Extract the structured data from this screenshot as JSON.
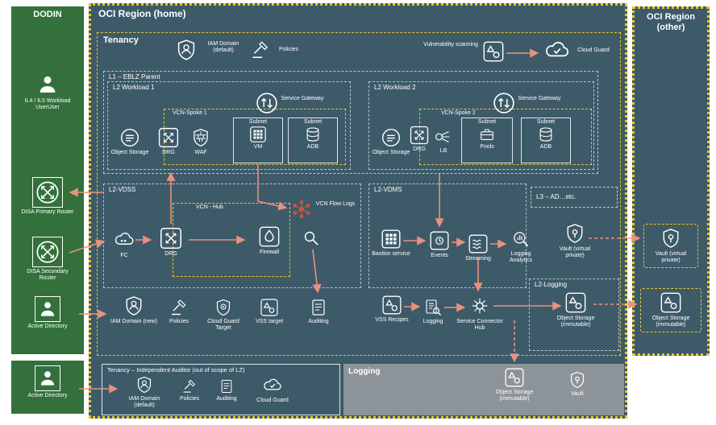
{
  "colors": {
    "region_teal": "#3d5a69",
    "panel_green": "#33703c",
    "accent_gold": "#edc32a",
    "arrow_salmon": "#e8917c",
    "molecule_red": "#cd5242",
    "logging_gray": "#8d9499"
  },
  "dodin": {
    "title": "DODIN",
    "workload_user": "IL4 / IL5 Workload UserUser",
    "primary_router": "DISA Primary Router",
    "secondary_router": "DISA Secondary Router",
    "active_directory": "Active Directory",
    "active_directory2": "Active Directory"
  },
  "home": {
    "title": "OCI Region (home)"
  },
  "other": {
    "title": "OCI Region (other)",
    "vault": "Vault (virtual private)",
    "object_storage": "Object Storage (immutable)"
  },
  "tenancy": {
    "title": "Tenancy",
    "iam_domain": "IAM Domain (default)",
    "policies": "Policies",
    "vuln_scanning": "Vulnerability scanning",
    "cloud_guard": "Cloud Guard"
  },
  "l1": {
    "title": "L1 – EBLZ Parent"
  },
  "w1": {
    "title": "L2 Workload 1",
    "object_storage": "Object Storage",
    "drg": "DRG",
    "waf": "WAF",
    "service_gateway": "Service Gateway",
    "vcn": "VCN-Spoke 1",
    "subnet1_title": "Subnet",
    "subnet1_item": "VM",
    "subnet2_title": "Subnet",
    "subnet2_item": "ADB"
  },
  "w2": {
    "title": "L2 Workload 2",
    "object_storage": "Object Storage",
    "drg": "DRG",
    "lb": "LB",
    "service_gateway": "Service Gateway",
    "vcn": "VCN-Spoke 2",
    "subnet1_title": "Subnet",
    "subnet1_item": "Pools",
    "subnet2_title": "Subnet",
    "subnet2_item": "ADB"
  },
  "vdss": {
    "title": "L2-VDSS",
    "fc": "FC",
    "drg": "DRG",
    "vcn_hub": "VCN - Hub",
    "firewall": "Firewall",
    "flow_logs": "VCN Flow Logs"
  },
  "security_row": {
    "iam_new": "IAM Domain (new)",
    "policies": "Policies",
    "cloud_guard_target": "Cloud Guard Target",
    "vss_target": "VSS target",
    "auditing": "Auditing"
  },
  "vdms": {
    "title": "L2-VDMS",
    "bastion": "Bastion service",
    "events": "Events",
    "streaming": "Streaming",
    "logging_analytics": "Logging Analytics",
    "vault": "Vault (virtual private)",
    "vss_recipes": "VSS Recipes",
    "logging": "Logging",
    "sch": "Service Connector Hub"
  },
  "l3": {
    "title": "L3 – AD…etc."
  },
  "l2_logging": {
    "title": "L2-Logging",
    "object_storage": "Object Storage (immutable)"
  },
  "auditor": {
    "title": "Tenancy – Independent Auditor (out of scope of LZ)",
    "iam": "IAM Domain (default)",
    "policies": "Policies",
    "auditing": "Auditing",
    "cloud_guard": "Cloud Guard"
  },
  "logging_box": {
    "title": "Logging",
    "object_storage": "Object Storage (immutable)",
    "vault": "Vault"
  }
}
